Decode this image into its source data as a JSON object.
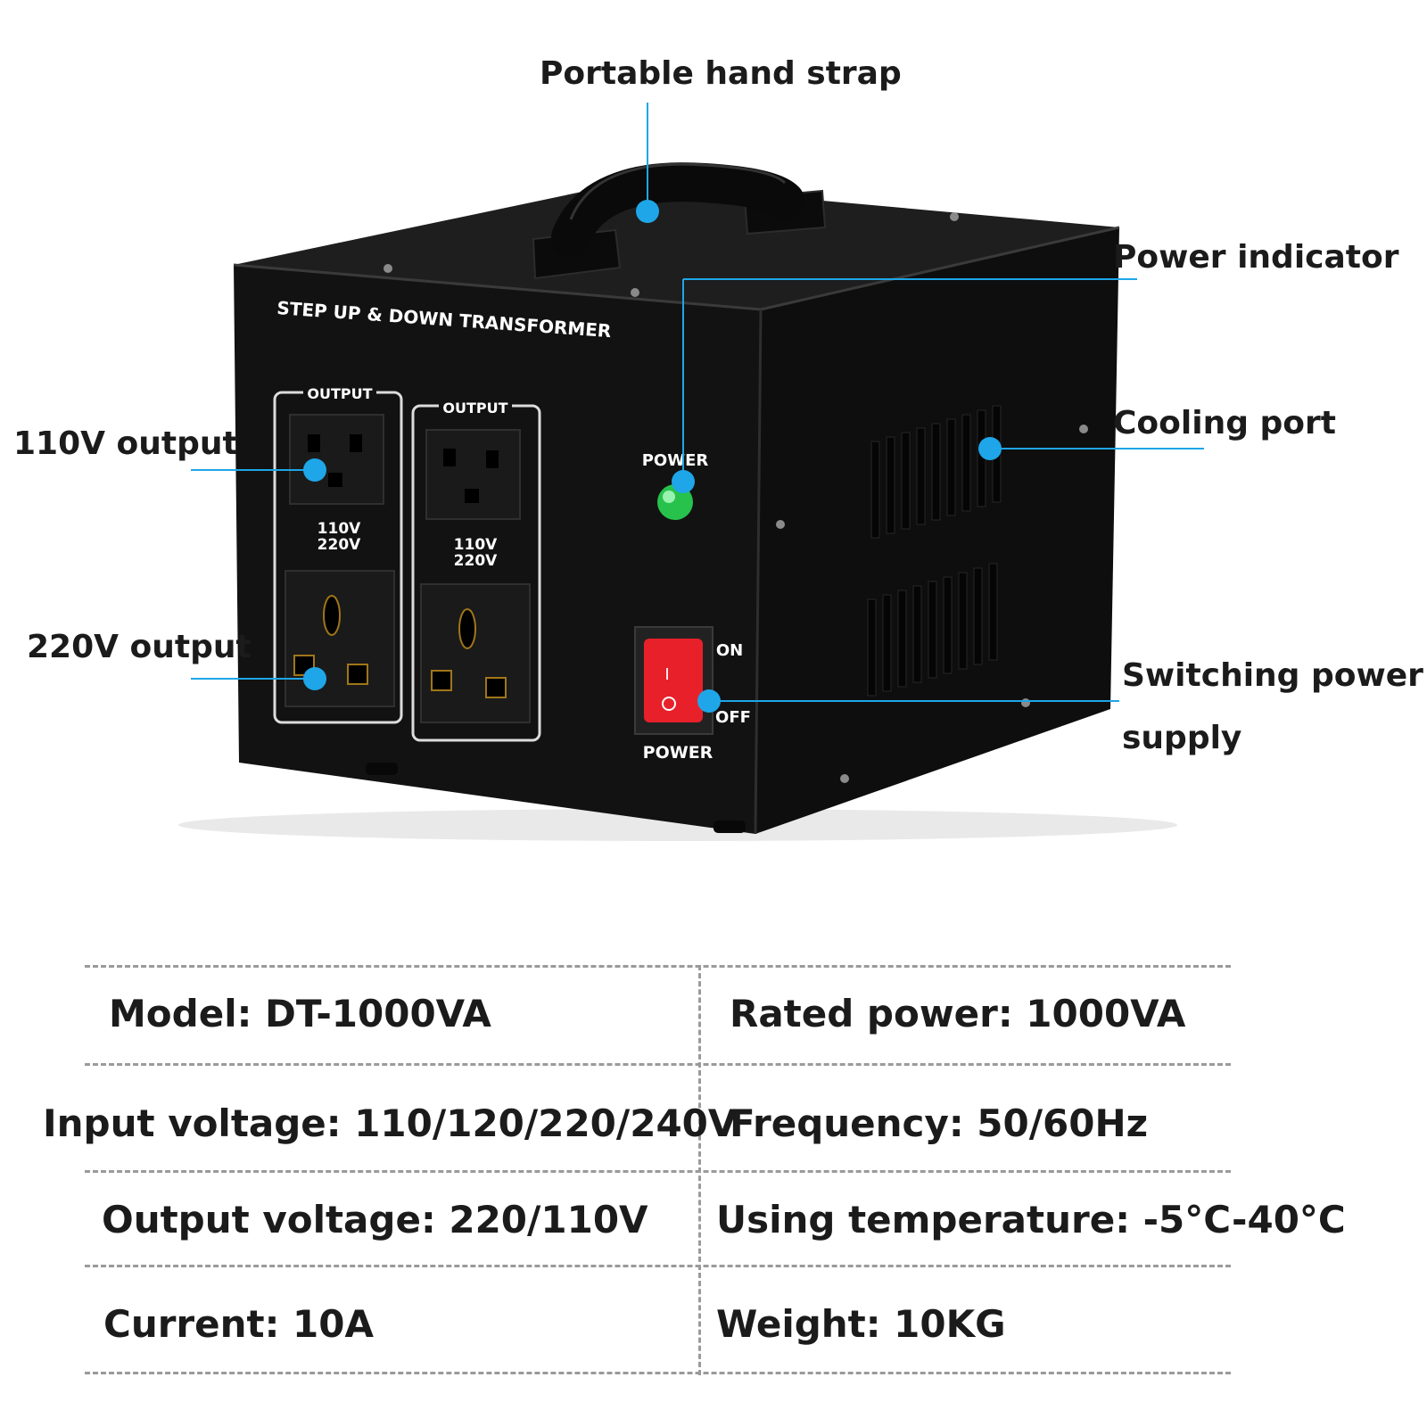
{
  "callouts": {
    "hand_strap": "Portable hand strap",
    "power_indicator": "Power indicator",
    "cooling_port": "Cooling port",
    "output_110v": "110V output",
    "output_220v": "220V output",
    "switch_line1": "Switching power",
    "switch_line2": "supply"
  },
  "device": {
    "brand_text": "STEP UP & DOWN TRANSFORMER",
    "output_label": "OUTPUT",
    "voltage_line1": "110V",
    "voltage_line2": "220V",
    "power_label": "POWER",
    "on_label": "ON",
    "off_label": "OFF"
  },
  "specs": {
    "model": "Model: DT-1000VA",
    "rated_power": "Rated power: 1000VA",
    "input_voltage": "Input voltage: 110/120/220/240V",
    "frequency": "Frequency: 50/60Hz",
    "output_voltage": "Output voltage: 220/110V",
    "temperature": "Using temperature: -5°C-40°C",
    "current": "Current: 10A",
    "weight": "Weight: 10KG"
  },
  "colors": {
    "accent": "#1ea6e8",
    "device_body": "#111111",
    "indicator": "#27c24c",
    "switch": "#e8202a"
  }
}
